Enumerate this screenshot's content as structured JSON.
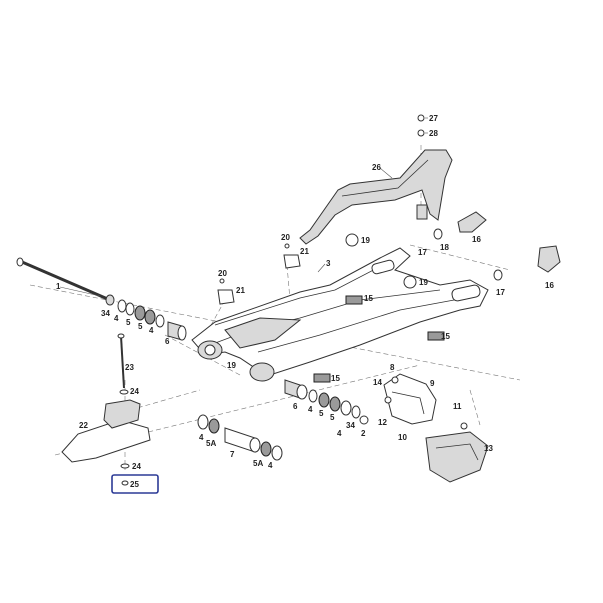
{
  "labels": {
    "p1": "1",
    "p2": "2",
    "p3": "3",
    "p4a": "4",
    "p4b": "4",
    "p4c": "4",
    "p4d": "4",
    "p5a": "5",
    "p5b": "5",
    "p5A1": "5A",
    "p5A2": "5A",
    "p6a": "6",
    "p6b": "6",
    "p7": "7",
    "p8": "8",
    "p9": "9",
    "p10": "10",
    "p11": "11",
    "p12": "12",
    "p13": "13",
    "p14": "14",
    "p15a": "15",
    "p15b": "15",
    "p15c": "15",
    "p16a": "16",
    "p16b": "16",
    "p17a": "17",
    "p17b": "17",
    "p18": "18",
    "p19a": "19",
    "p19b": "19",
    "p19c": "19",
    "p20a": "20",
    "p20b": "20",
    "p21a": "21",
    "p21b": "21",
    "p22": "22",
    "p23": "23",
    "p24a": "24",
    "p24b": "24",
    "p25": "25",
    "p26": "26",
    "p27": "27",
    "p28": "28",
    "p34a": "34",
    "p34b": "34"
  },
  "highlight_color": "#2c3a96"
}
